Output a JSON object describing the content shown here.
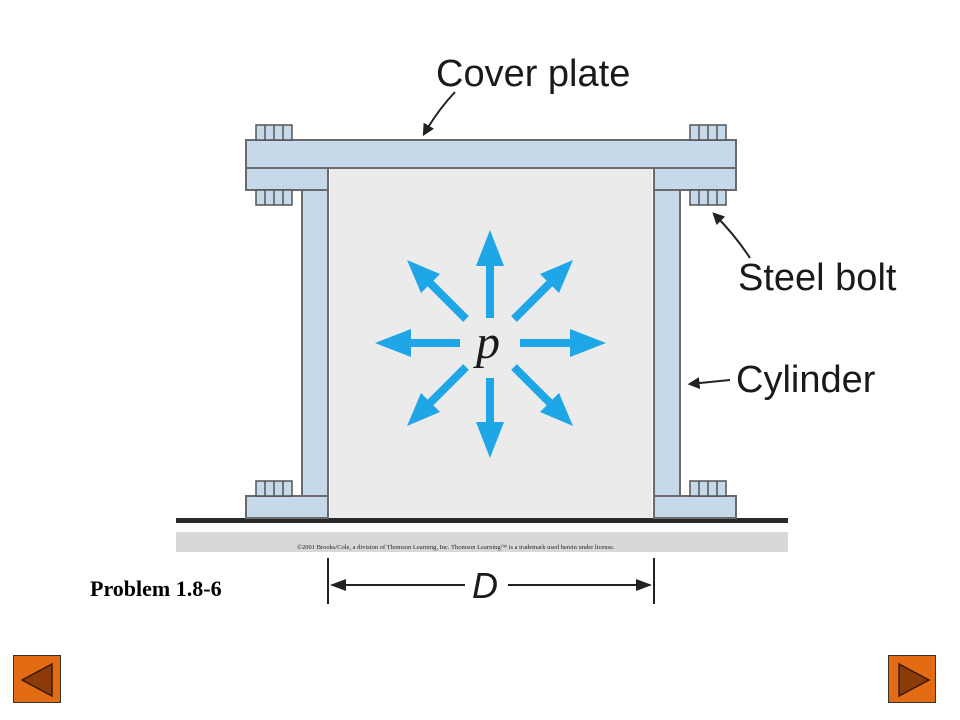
{
  "labels": {
    "cover_plate": "Cover plate",
    "steel_bolt": "Steel bolt",
    "cylinder": "Cylinder",
    "pressure": "p",
    "diameter": "D"
  },
  "copyright": "©2001 Brooks/Cole, a division of Thomson Learning, Inc.  Thomson Learning™ is a trademark used herein under license.",
  "problem_title": "Problem 1.8-6",
  "colors": {
    "steel": "#c5d9ea",
    "arrow": "#1ea6e6",
    "nav": "#e36b14"
  },
  "nav": {
    "prev_icon": "triangle-left-icon",
    "next_icon": "triangle-right-icon"
  }
}
